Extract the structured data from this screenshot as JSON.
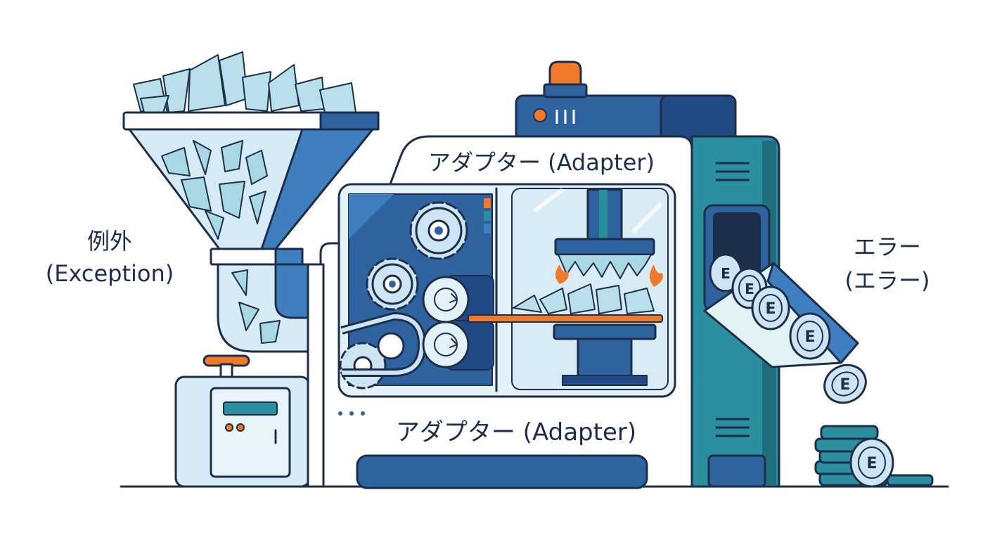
{
  "labels": {
    "input": {
      "line1": "例外",
      "line2": "(Exception)"
    },
    "adapter_top": "アダプター (Adapter)",
    "adapter_bottom": "アダプター (Adapter)",
    "output": {
      "line1": "エラー",
      "line2": "(エラー)"
    },
    "coin_letter": "E"
  },
  "colors": {
    "ink": "#1c2e4a",
    "blue_dark": "#2f63a0",
    "blue_mid": "#3f7fc0",
    "blue_light": "#cfe4f2",
    "teal": "#2b8fa0",
    "teal_light": "#e2f3f6",
    "ice": "#a8d8e4",
    "orange": "#f07a2a"
  },
  "icons": [
    "funnel-hopper",
    "gear-icon",
    "roller-icon",
    "crusher-press",
    "flame-icon",
    "error-coin-icon",
    "warning-light-icon"
  ]
}
